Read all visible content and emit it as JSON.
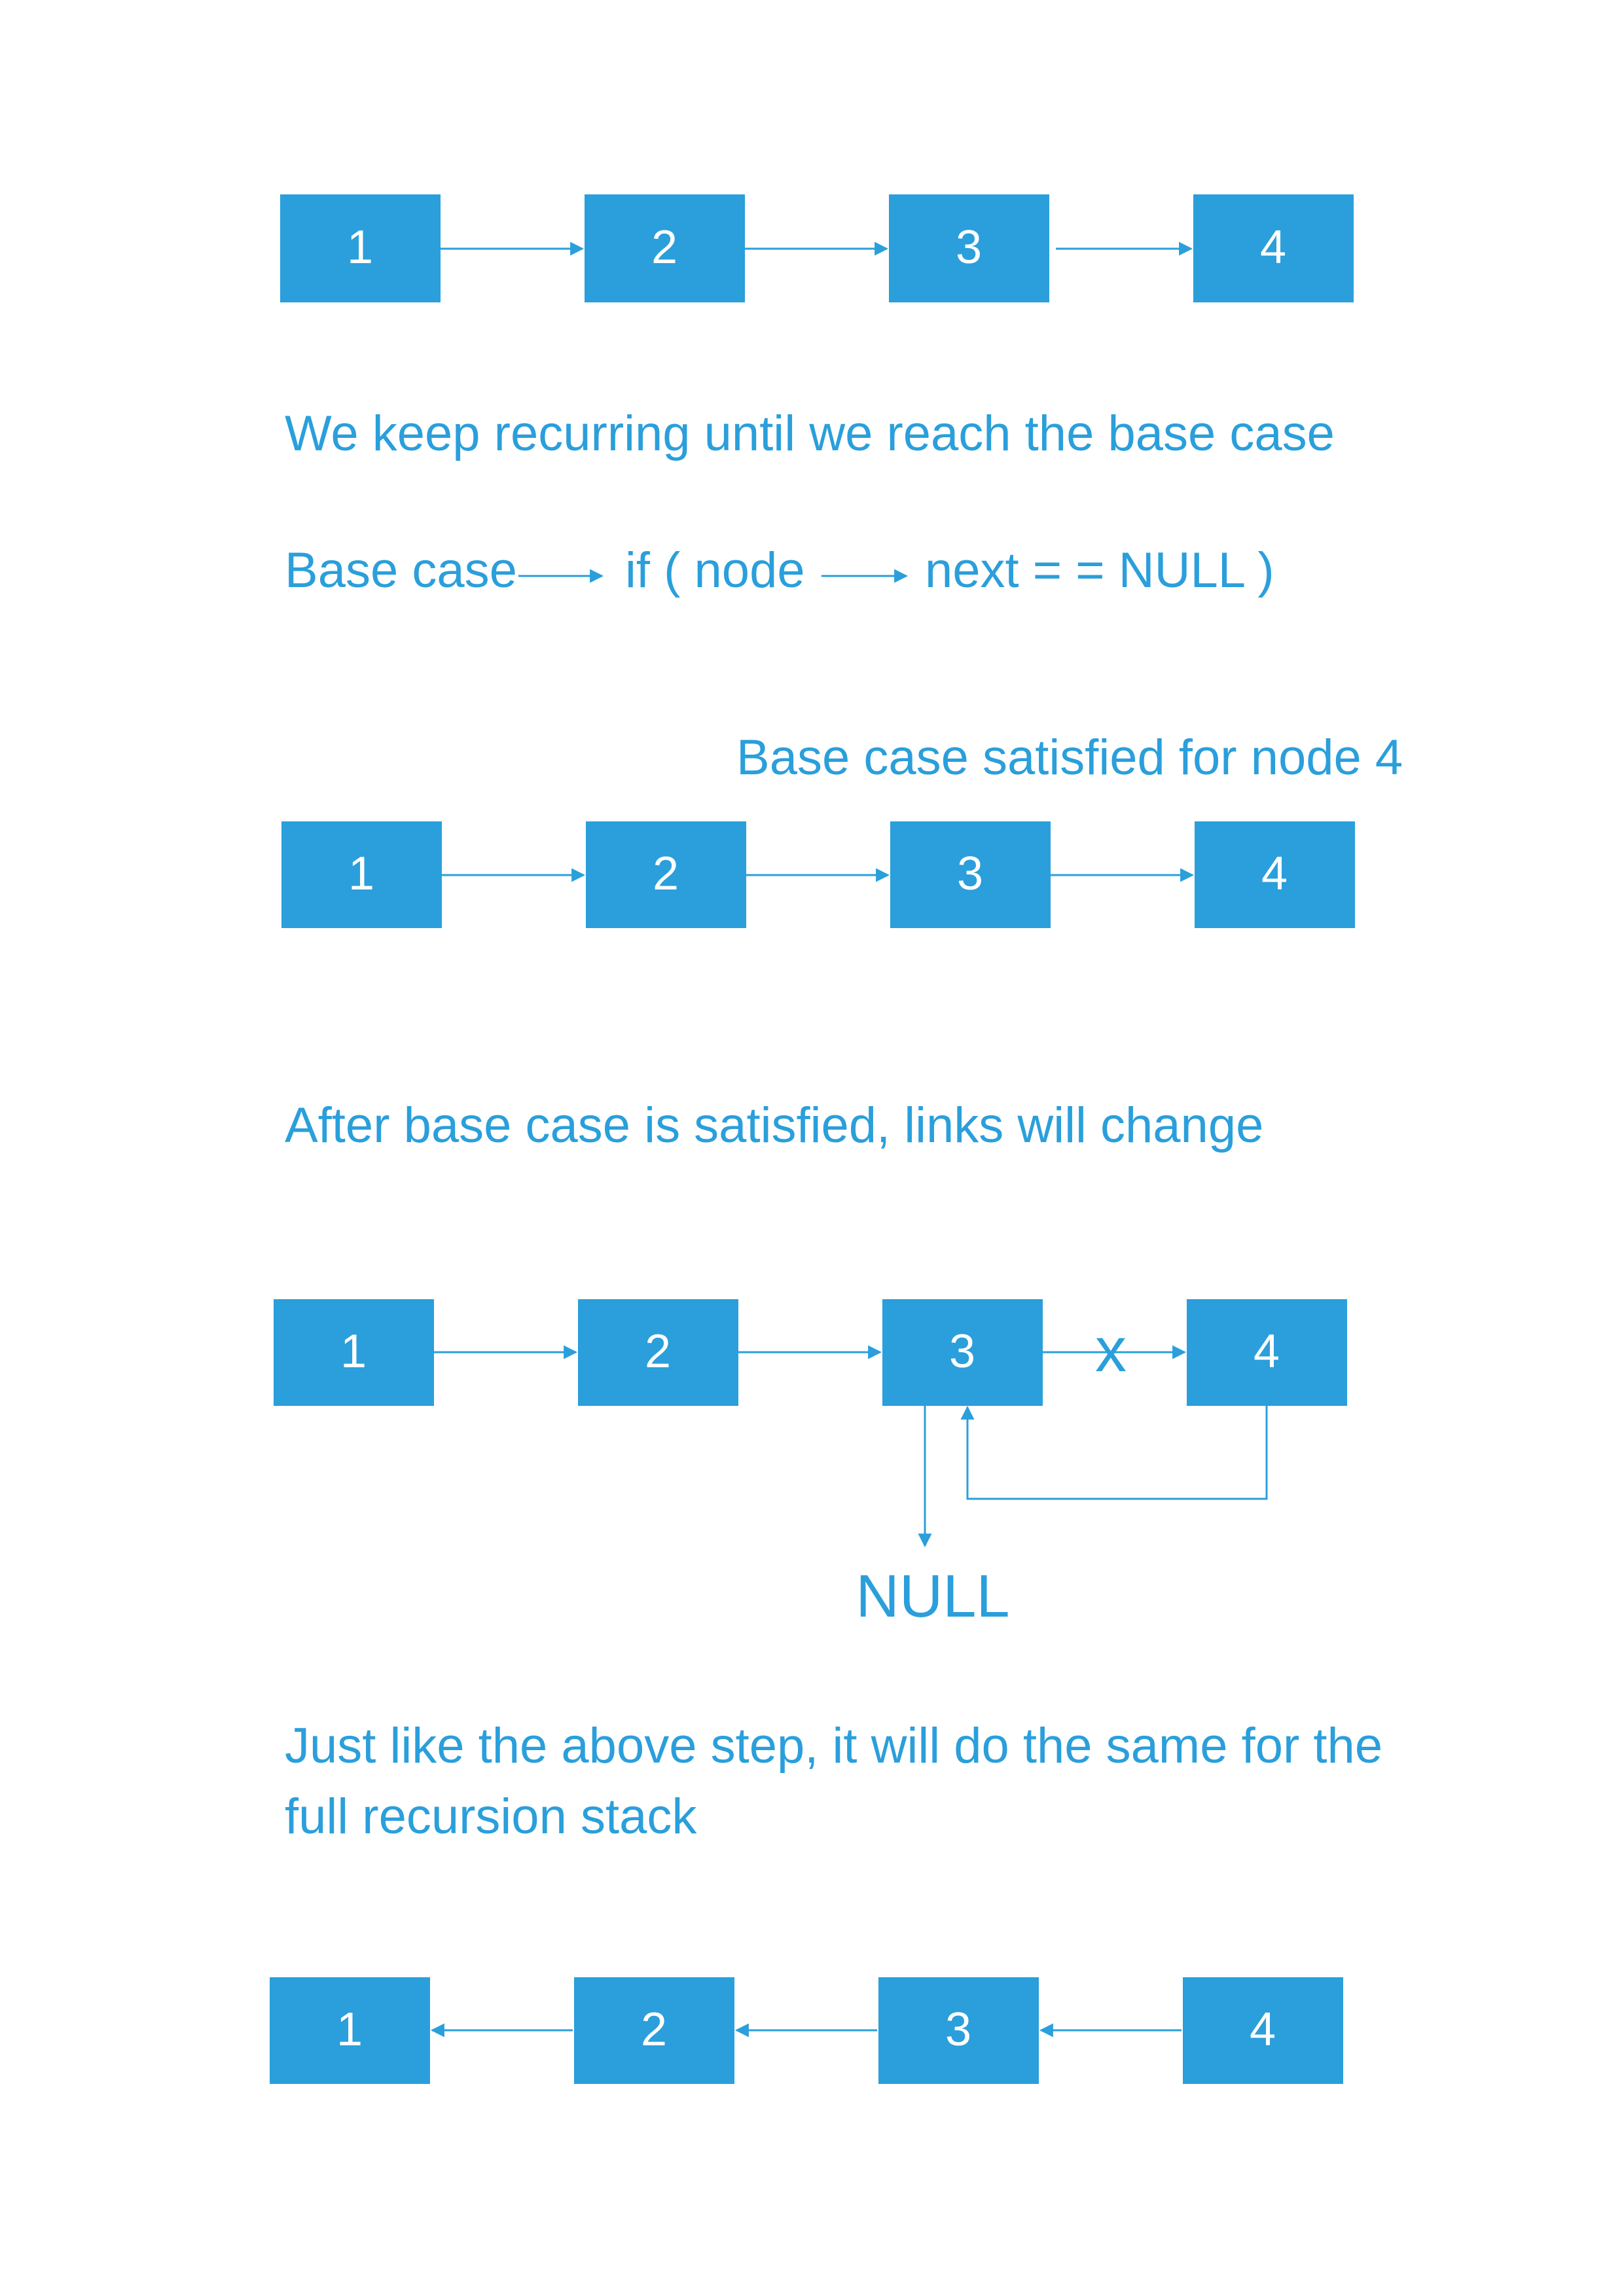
{
  "colors": {
    "accent": "#2a9fdb",
    "node_fill": "#2a9fdb",
    "node_text": "#ffffff",
    "background": "#ffffff"
  },
  "section1": {
    "nodes": [
      "1",
      "2",
      "3",
      "4"
    ]
  },
  "caption1": "We keep recurring until we reach the base case",
  "base_case_line": {
    "part1": "Base case",
    "part2": "if ( node",
    "part3": "next = = NULL )"
  },
  "caption2": "Base case satisfied for node 4",
  "section2": {
    "nodes": [
      "1",
      "2",
      "3",
      "4"
    ]
  },
  "caption3": "After base case is satisfied, links will change",
  "section3": {
    "nodes": [
      "1",
      "2",
      "3",
      "4"
    ],
    "cross_mark": "x",
    "null_label": "NULL"
  },
  "caption4": {
    "line1": "Just like the above step, it will do the same for the",
    "line2": "full recursion stack"
  },
  "section4": {
    "nodes": [
      "1",
      "2",
      "3",
      "4"
    ]
  }
}
